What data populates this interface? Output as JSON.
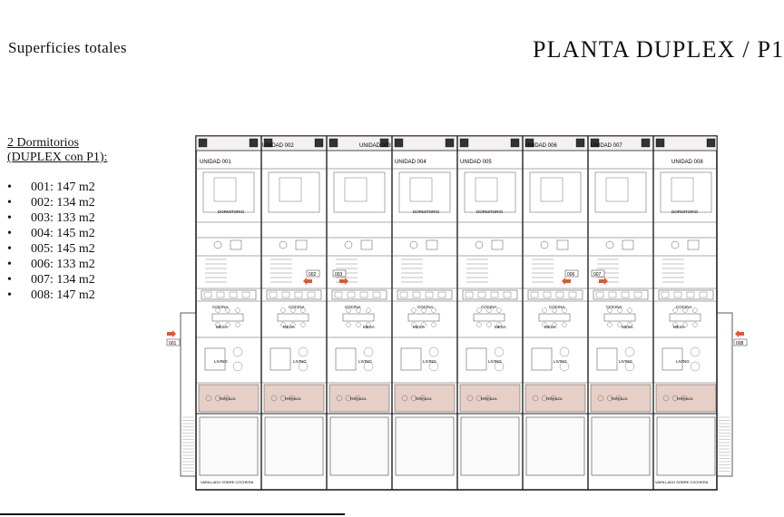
{
  "header": {
    "subtitle": "Superficies totales",
    "title": "PLANTA DUPLEX / P1"
  },
  "sidebar": {
    "heading_line1": "2 Dormitorios",
    "heading_line2": "(DUPLEX con P1):",
    "units": [
      "001: 147 m2",
      "002: 134 m2",
      "003: 133 m2",
      "004: 145 m2",
      "005: 145 m2",
      "006: 133 m2",
      "007: 134 m2",
      "008: 147 m2"
    ]
  },
  "plan": {
    "unit_labels": [
      "UNIDAD 001",
      "UNIDAD 002",
      "UNIDAD 003",
      "UNIDAD 004",
      "UNIDAD 005",
      "UNIDAD 006",
      "UNIDAD 007",
      "UNIDAD 008"
    ],
    "room_dormitorio": "DORMITORIO",
    "room_cocina": "COCINA",
    "room_mesa": "MESA",
    "room_living": "LIVING",
    "room_terraza": "TERRAZA",
    "garage_note": "VARILLADO SOBRE COCHERA",
    "door_tags": [
      "001",
      "002",
      "003",
      "006",
      "007",
      "008"
    ],
    "accent_color": "#e8542a",
    "terrace_color": "#e6cfc6"
  }
}
